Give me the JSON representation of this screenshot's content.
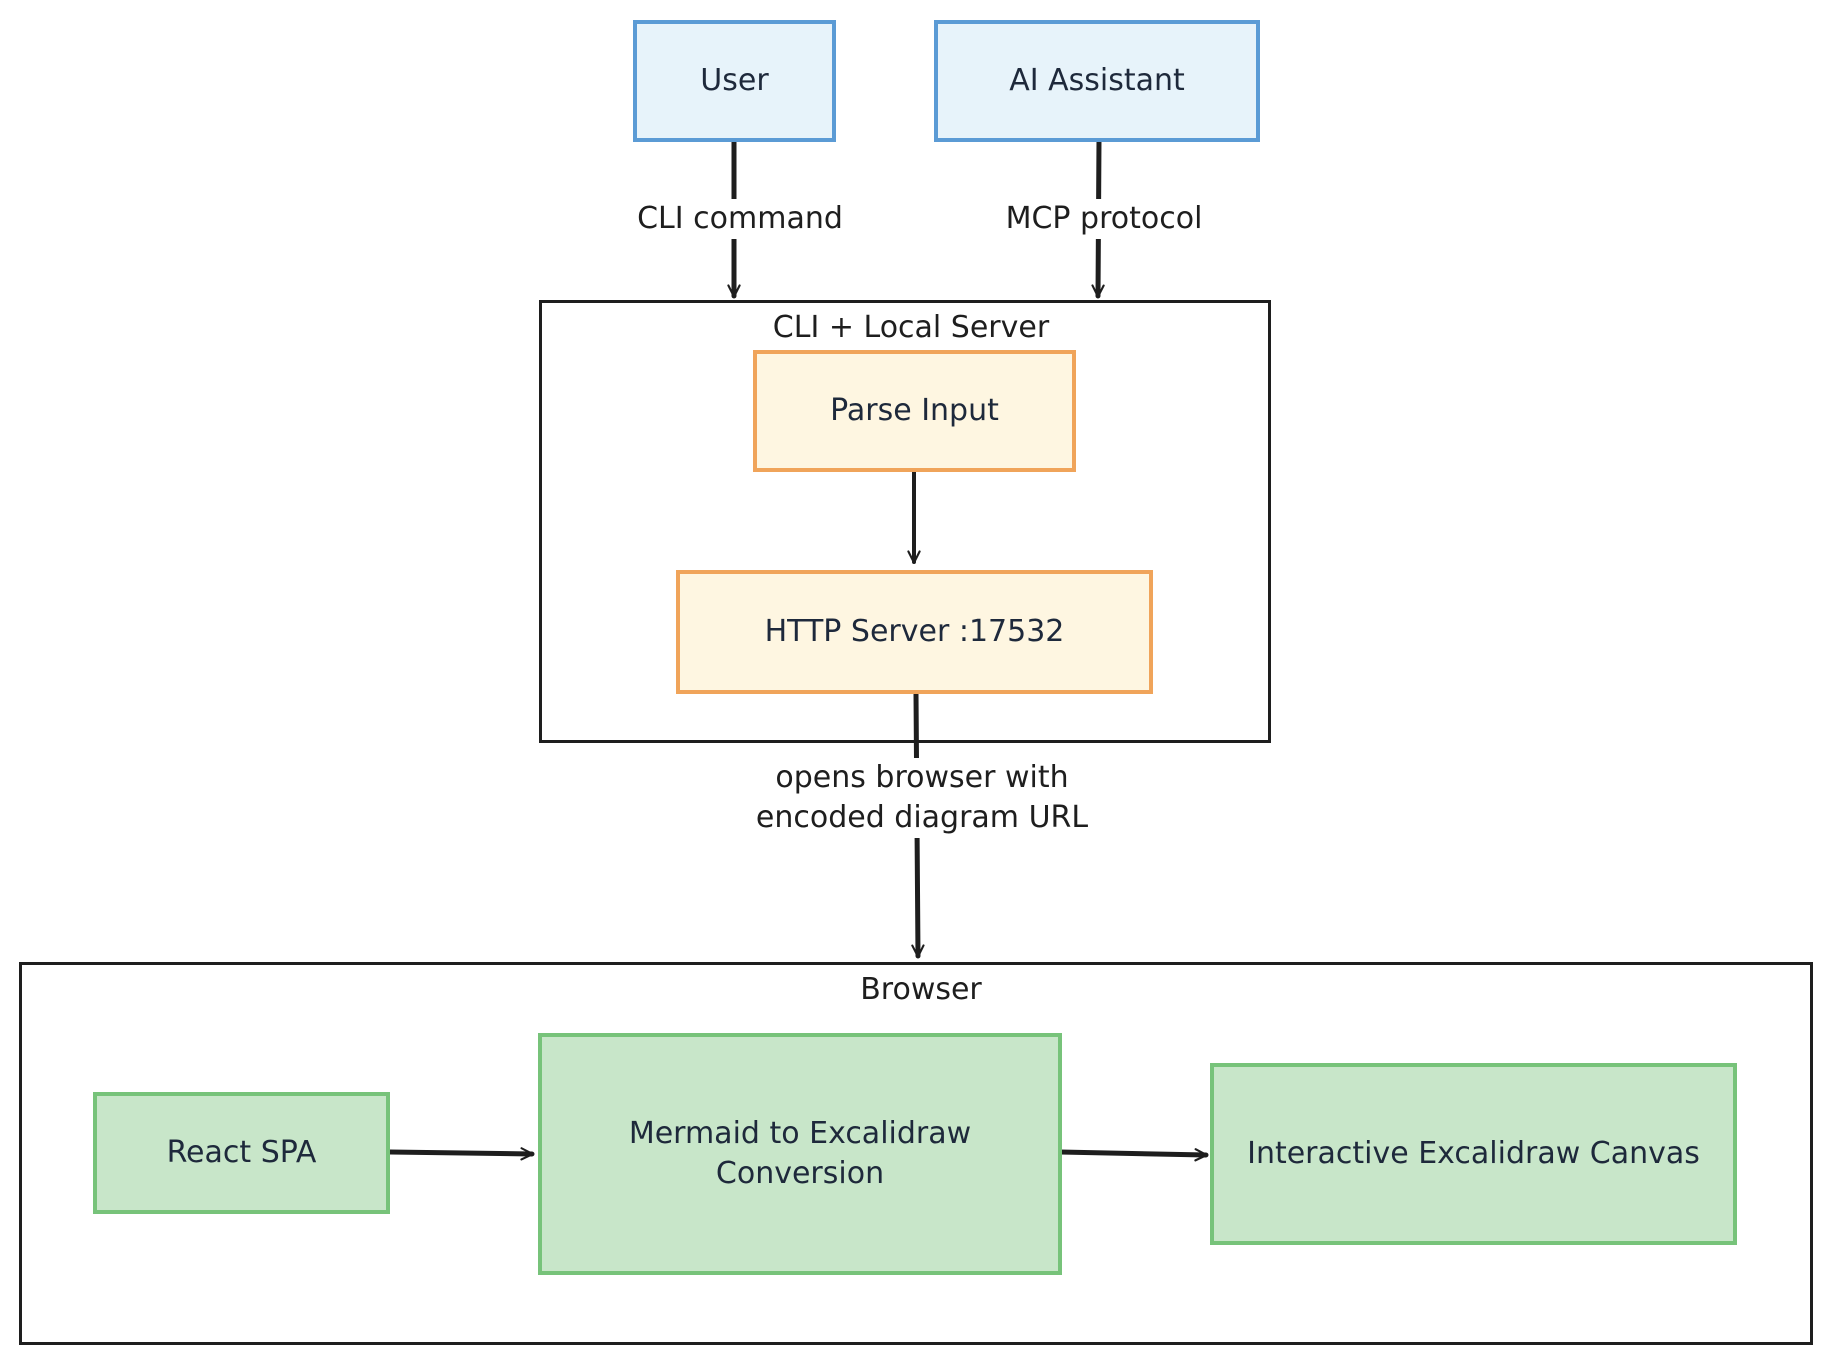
{
  "nodes": {
    "user": {
      "label": "User"
    },
    "ai_assistant": {
      "label": "AI Assistant"
    },
    "parse_input": {
      "label": "Parse Input"
    },
    "http_server": {
      "label": "HTTP Server :17532"
    },
    "react_spa": {
      "label": "React SPA"
    },
    "mermaid_conversion": {
      "label": "Mermaid to Excalidraw\nConversion"
    },
    "excalidraw_canvas": {
      "label": "Interactive Excalidraw Canvas"
    }
  },
  "groups": {
    "cli_server": {
      "title": "CLI + Local Server"
    },
    "browser": {
      "title": "Browser"
    }
  },
  "edges": {
    "user_to_cli": {
      "label": "CLI command"
    },
    "ai_to_cli": {
      "label": "MCP protocol"
    },
    "server_to_browser": {
      "label": "opens browser with\nencoded diagram URL"
    }
  },
  "colors": {
    "actor_fill": "#e7f3fa",
    "actor_stroke": "#5b9bd5",
    "server_fill": "#fef6e1",
    "server_stroke": "#f0a45a",
    "browser_fill": "#c8e6c9",
    "browser_stroke": "#77c37a",
    "line": "#1e1e1e"
  }
}
